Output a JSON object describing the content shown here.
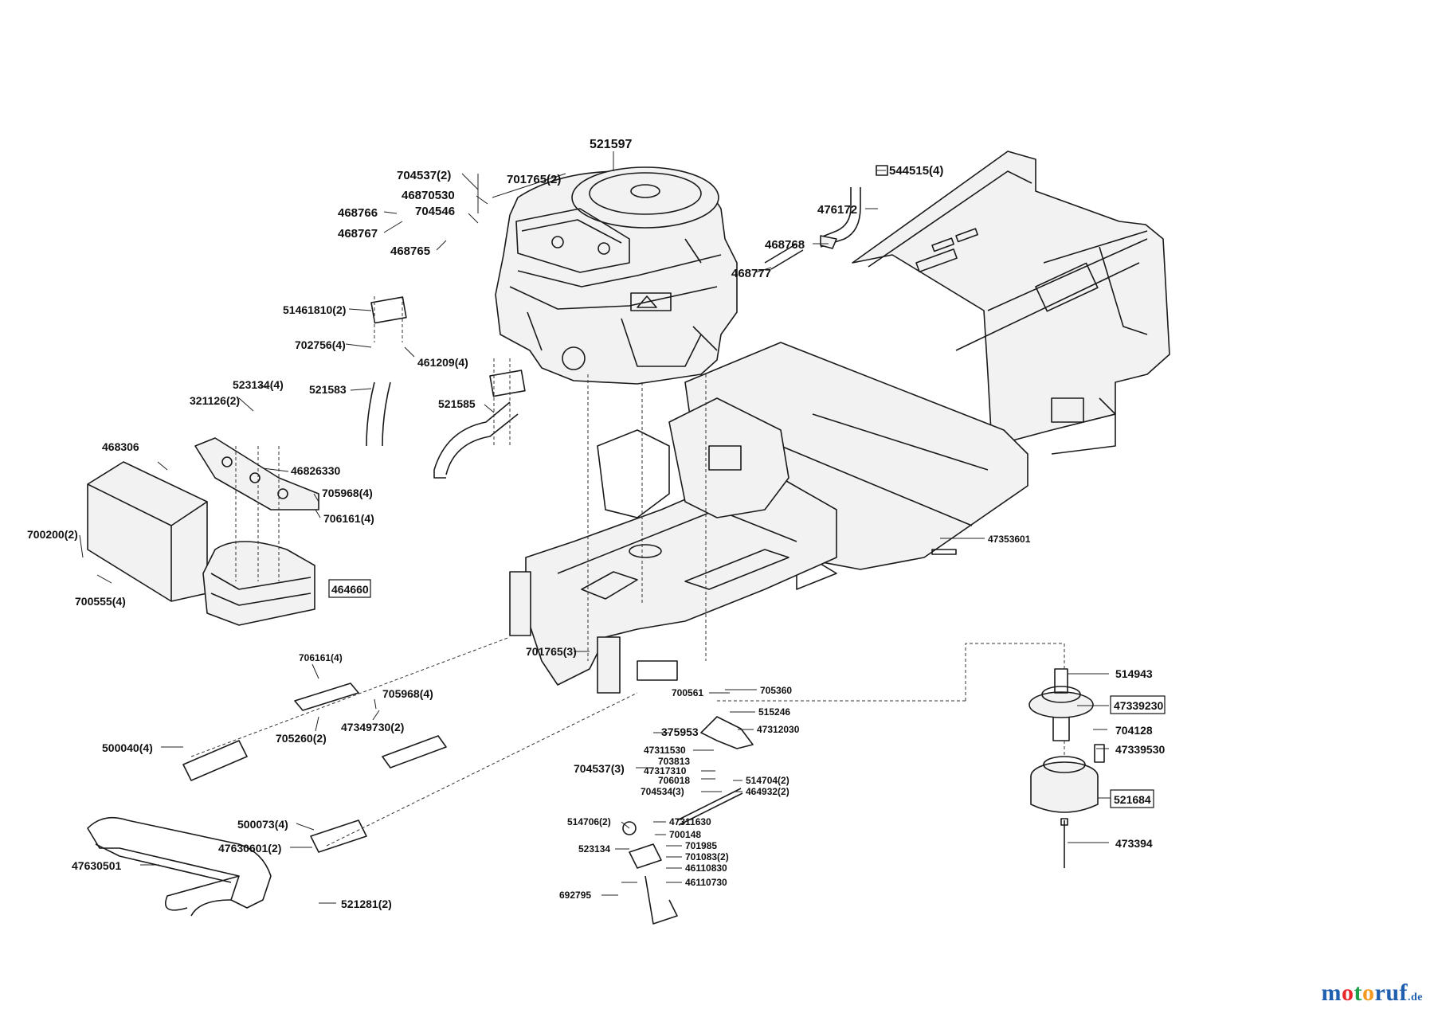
{
  "watermark": {
    "brand": "motoruf",
    "suffix": ".de"
  },
  "colors": {
    "watermark_m": "#1f5fb0",
    "watermark_o1": "#e8262a",
    "watermark_t": "#1fa14a",
    "watermark_o2": "#f39a1e",
    "watermark_ruf": "#1f5fb0",
    "ink": "#1a1a1a"
  },
  "labels": [
    {
      "id": "l521597",
      "text": "521597"
    },
    {
      "id": "l704537_2",
      "text": "704537(2)"
    },
    {
      "id": "l701765_2",
      "text": "701765(2)"
    },
    {
      "id": "l46870530",
      "text": "46870530"
    },
    {
      "id": "l468766",
      "text": "468766"
    },
    {
      "id": "l704546",
      "text": "704546"
    },
    {
      "id": "l468767",
      "text": "468767"
    },
    {
      "id": "l468765",
      "text": "468765"
    },
    {
      "id": "l544515",
      "text": "544515(4)"
    },
    {
      "id": "l476172",
      "text": "476172"
    },
    {
      "id": "l468768",
      "text": "468768"
    },
    {
      "id": "l468777",
      "text": "468777"
    },
    {
      "id": "l51461810",
      "text": "51461810(2)"
    },
    {
      "id": "l702756",
      "text": "702756(4)"
    },
    {
      "id": "l461209",
      "text": "461209(4)"
    },
    {
      "id": "l521583",
      "text": "521583"
    },
    {
      "id": "l523134_4",
      "text": "523134(4)"
    },
    {
      "id": "l321126",
      "text": "321126(2)"
    },
    {
      "id": "l521585",
      "text": "521585"
    },
    {
      "id": "l468306",
      "text": "468306"
    },
    {
      "id": "l46826330",
      "text": "46826330"
    },
    {
      "id": "l705968_a",
      "text": "705968(4)"
    },
    {
      "id": "l706161_a",
      "text": "706161(4)"
    },
    {
      "id": "l700200",
      "text": "700200(2)"
    },
    {
      "id": "l700555",
      "text": "700555(4)"
    },
    {
      "id": "l464660",
      "text": "464660",
      "boxed": true
    },
    {
      "id": "l47353601",
      "text": "47353601"
    },
    {
      "id": "l701765_3",
      "text": "701765(3)"
    },
    {
      "id": "l706161_b",
      "text": "706161(4)"
    },
    {
      "id": "l705968_b",
      "text": "705968(4)"
    },
    {
      "id": "l705260",
      "text": "705260(2)"
    },
    {
      "id": "l47349730",
      "text": "47349730(2)"
    },
    {
      "id": "l700561",
      "text": "700561"
    },
    {
      "id": "l705360",
      "text": "705360"
    },
    {
      "id": "l515246",
      "text": "515246"
    },
    {
      "id": "l514943",
      "text": "514943"
    },
    {
      "id": "l47339230",
      "text": "47339230",
      "boxed": true
    },
    {
      "id": "l375953",
      "text": "375953"
    },
    {
      "id": "l47312030",
      "text": "47312030"
    },
    {
      "id": "l704128",
      "text": "704128"
    },
    {
      "id": "l47311530",
      "text": "47311530"
    },
    {
      "id": "l703813",
      "text": "703813"
    },
    {
      "id": "l47339530",
      "text": "47339530"
    },
    {
      "id": "l704537_3",
      "text": "704537(3)"
    },
    {
      "id": "l47317310",
      "text": "47317310"
    },
    {
      "id": "l706018",
      "text": "706018"
    },
    {
      "id": "l514704",
      "text": "514704(2)"
    },
    {
      "id": "l704534",
      "text": "704534(3)"
    },
    {
      "id": "l464932",
      "text": "464932(2)"
    },
    {
      "id": "l521684",
      "text": "521684",
      "boxed": true
    },
    {
      "id": "l500040",
      "text": "500040(4)"
    },
    {
      "id": "l514706",
      "text": "514706(2)"
    },
    {
      "id": "l47311630",
      "text": "47311630"
    },
    {
      "id": "l473394",
      "text": "473394"
    },
    {
      "id": "l700148",
      "text": "700148"
    },
    {
      "id": "l500073",
      "text": "500073(4)"
    },
    {
      "id": "l523134",
      "text": "523134"
    },
    {
      "id": "l701985",
      "text": "701985"
    },
    {
      "id": "l701083",
      "text": "701083(2)"
    },
    {
      "id": "l47630601",
      "text": "47630601(2)"
    },
    {
      "id": "l46110830",
      "text": "46110830"
    },
    {
      "id": "l47630501",
      "text": "47630501"
    },
    {
      "id": "l46110730",
      "text": "46110730"
    },
    {
      "id": "l692795",
      "text": "692795"
    },
    {
      "id": "l521281",
      "text": "521281(2)"
    }
  ]
}
